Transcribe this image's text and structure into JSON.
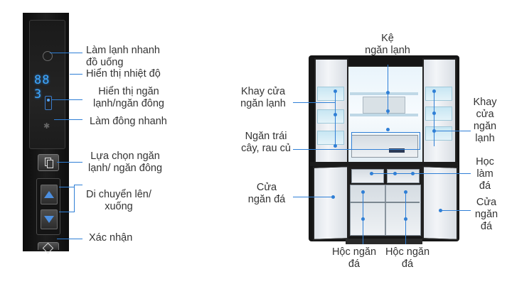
{
  "panel": {
    "display_digits": "88 3",
    "labels": {
      "quick_cool": "Làm lạnh nhanh\nđồ uống",
      "temp_display": "Hiển thị nhiệt độ",
      "compartment_display": "Hiển thị ngăn\nlạnh/ngăn đông",
      "quick_freeze": "Làm đông nhanh",
      "select_compartment": "Lựa chọn ngăn\nlạnh/ ngăn đông",
      "move_updown": "Di chuyển lên/\nxuống",
      "confirm": "Xác nhận"
    }
  },
  "fridge": {
    "labels": {
      "fridge_shelf": "Kệ\nngăn lạnh",
      "fridge_door_tray_left": "Khay cửa\nngăn lạnh",
      "crisper": "Ngăn trái\ncây, rau củ",
      "freezer_door_left": "Cửa\nngăn đá",
      "fridge_door_tray_right": "Khay\ncửa\nngăn\nlạnh",
      "ice_box": "Học\nlàm\nđá",
      "freezer_door_right": "Cửa\nngăn\nđá",
      "freezer_drawer_left": "Hộc ngăn\nđá",
      "freezer_drawer_right": "Hộc ngăn\nđá"
    }
  },
  "colors": {
    "leader": "#2f7fd6",
    "panel_digit": "#3ea7ff"
  }
}
